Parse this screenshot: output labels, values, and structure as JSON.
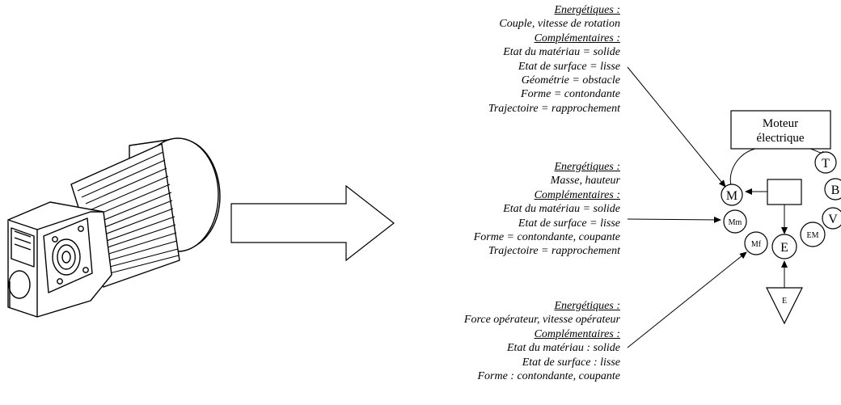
{
  "blocks": [
    {
      "energetic_heading": "Energétiques :",
      "energetic_lines": [
        "Couple, vitesse de rotation"
      ],
      "complementary_heading": "Complémentaires :",
      "complementary_lines": [
        "Etat du matériau = solide",
        "Etat de surface = lisse",
        "Géométrie = obstacle",
        "Forme = contondante",
        "Trajectoire = rapprochement"
      ]
    },
    {
      "energetic_heading": "Energétiques :",
      "energetic_lines": [
        "Masse, hauteur"
      ],
      "complementary_heading": "Complémentaires :",
      "complementary_lines": [
        "Etat du matériau = solide",
        "Etat de surface = lisse",
        "Forme = contondante, coupante",
        "Trajectoire = rapprochement"
      ]
    },
    {
      "energetic_heading": "Energétiques :",
      "energetic_lines": [
        "Force opérateur, vitesse opérateur"
      ],
      "complementary_heading": "Complémentaires :",
      "complementary_lines": [
        "Etat du matériau : solide",
        "Etat de surface : lisse",
        "Forme : contondante, coupante"
      ]
    }
  ],
  "model": {
    "source_box_line1": "Moteur",
    "source_box_line2": "électrique",
    "nodes": {
      "M": "M",
      "Mm": "Mm",
      "Mf": "Mf",
      "E": "E",
      "EM": "EM",
      "T": "T",
      "B": "B",
      "V": "V",
      "target": "E"
    }
  }
}
